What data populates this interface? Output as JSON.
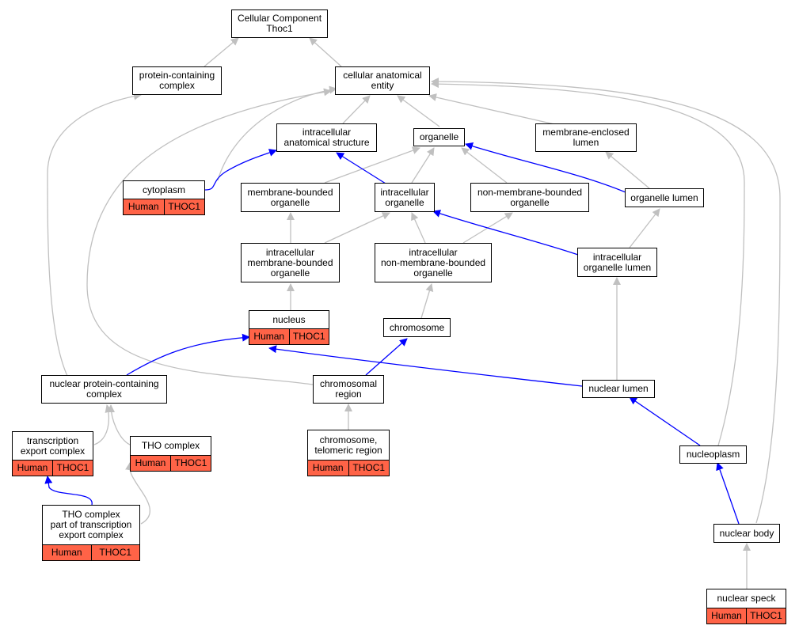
{
  "colors": {
    "is_a_edge": "#c0c0c0",
    "part_of_edge": "#0000ff",
    "annotation_fill": "#ff6347"
  },
  "diagram": {
    "root": {
      "label": "Cellular Component\nThoc1"
    },
    "protein_containing_complex": {
      "label": "protein-containing\ncomplex"
    },
    "cellular_anatomical_entity": {
      "label": "cellular anatomical\nentity"
    },
    "intracellular_anatomical_structure": {
      "label": "intracellular\nanatomical structure"
    },
    "organelle": {
      "label": "organelle"
    },
    "membrane_enclosed_lumen": {
      "label": "membrane-enclosed\nlumen"
    },
    "cytoplasm": {
      "label": "cytoplasm",
      "species": "Human",
      "gene": "THOC1"
    },
    "membrane_bounded_organelle": {
      "label": "membrane-bounded\norganelle"
    },
    "intracellular_organelle": {
      "label": "intracellular\norganelle"
    },
    "non_membrane_bounded_organelle": {
      "label": "non-membrane-bounded\norganelle"
    },
    "organelle_lumen": {
      "label": "organelle lumen"
    },
    "intracellular_membrane_bounded_organelle": {
      "label": "intracellular\nmembrane-bounded\norganelle"
    },
    "intracellular_non_membrane_bounded_organelle": {
      "label": "intracellular\nnon-membrane-bounded\norganelle"
    },
    "intracellular_organelle_lumen": {
      "label": "intracellular\norganelle lumen"
    },
    "nucleus": {
      "label": "nucleus",
      "species": "Human",
      "gene": "THOC1"
    },
    "chromosome": {
      "label": "chromosome"
    },
    "nuclear_protein_containing_complex": {
      "label": "nuclear protein-containing\ncomplex"
    },
    "chromosomal_region": {
      "label": "chromosomal\nregion"
    },
    "nuclear_lumen": {
      "label": "nuclear lumen"
    },
    "transcription_export_complex": {
      "label": "transcription\nexport complex",
      "species": "Human",
      "gene": "THOC1"
    },
    "tho_complex": {
      "label": "THO complex",
      "species": "Human",
      "gene": "THOC1"
    },
    "chromosome_telomeric_region": {
      "label": "chromosome,\ntelomeric region",
      "species": "Human",
      "gene": "THOC1"
    },
    "nucleoplasm": {
      "label": "nucleoplasm"
    },
    "tho_complex_part_of_tec": {
      "label": "THO complex\npart of transcription\nexport complex",
      "species": "Human",
      "gene": "THOC1"
    },
    "nuclear_body": {
      "label": "nuclear body"
    },
    "nuclear_speck": {
      "label": "nuclear speck",
      "species": "Human",
      "gene": "THOC1"
    }
  }
}
